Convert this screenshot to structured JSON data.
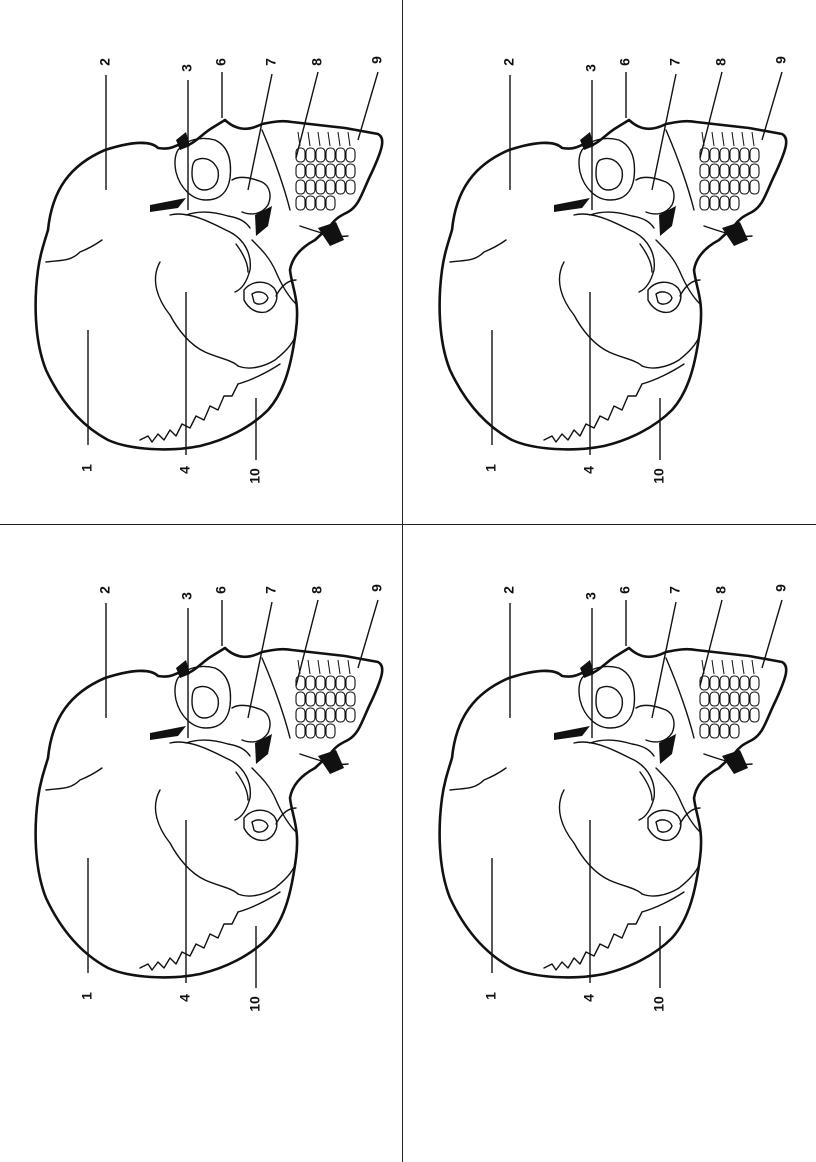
{
  "diagram": {
    "subject": "skull-lateral-view",
    "orientation": "rotated-90-ccw",
    "panel_count": 4
  },
  "labels": [
    "1",
    "2",
    "3",
    "4",
    "6",
    "7",
    "8",
    "9",
    "10"
  ],
  "colors": {
    "ink": "#111111",
    "paper": "#ffffff"
  }
}
